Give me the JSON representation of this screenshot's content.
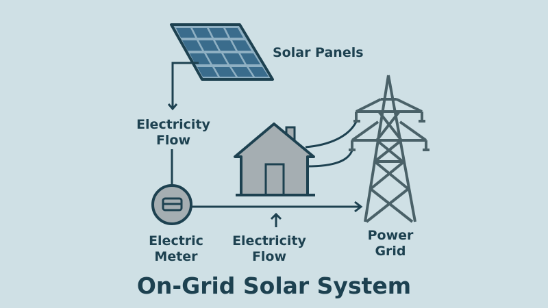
{
  "title": "On-Grid Solar System",
  "labels": {
    "solar_panels": "Solar Panels",
    "flow_top_1": "Electricity",
    "flow_top_2": "Flow",
    "meter_1": "Electric",
    "meter_2": "Meter",
    "flow_bottom_1": "Electricity",
    "flow_bottom_2": "Flow",
    "grid_1": "Power",
    "grid_2": "Grid"
  },
  "colors": {
    "background": "#cfe0e5",
    "ink": "#1d4150",
    "panel_cell": "#3a6c8c",
    "house_fill": "#a5aeb2",
    "tower": "#4a6168"
  }
}
